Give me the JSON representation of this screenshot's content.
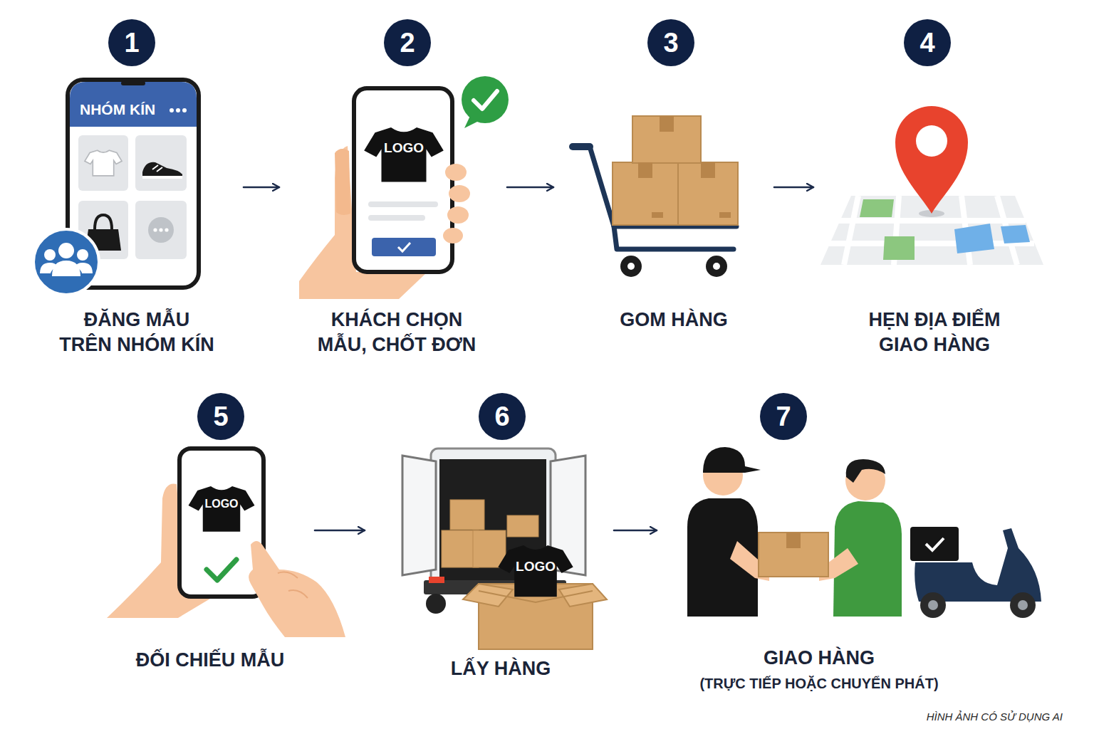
{
  "diagram": {
    "nodes": [
      {
        "text": [
          "1",
          "ĐĂNG MẪU TRÊN NHÓM KÍN"
        ]
      },
      {
        "text": [
          "2",
          "KHÁCH CHỌN MẪU, CHỐT ĐƠN"
        ]
      },
      {
        "text": [
          "3",
          "GOM HÀNG"
        ]
      },
      {
        "text": [
          "4",
          "HẸN ĐỊA ĐIỂM GIAO HÀNG"
        ]
      },
      {
        "text": [
          "5",
          "ĐỐI CHIẾU MẪU"
        ]
      },
      {
        "text": [
          "6",
          "LẤY HÀNG"
        ]
      },
      {
        "text": [
          "7",
          "GIAO HÀNG",
          "(TRỰC TIẾP HOẶC CHUYỂN PHÁT)"
        ]
      }
    ],
    "edges": [
      {
        "from": 0,
        "to": 1,
        "arrow": "to"
      },
      {
        "from": 1,
        "to": 2,
        "arrow": "to"
      },
      {
        "from": 2,
        "to": 3,
        "arrow": "to"
      },
      {
        "from": 4,
        "to": 5,
        "arrow": "to"
      },
      {
        "from": 5,
        "to": 6,
        "arrow": "to"
      }
    ],
    "labels": [
      "NHÓM KÍN",
      "LOGO",
      "LOGO",
      "LOGO",
      "HÌNH ẢNH CÓ SỬ DỤNG AI"
    ]
  }
}
